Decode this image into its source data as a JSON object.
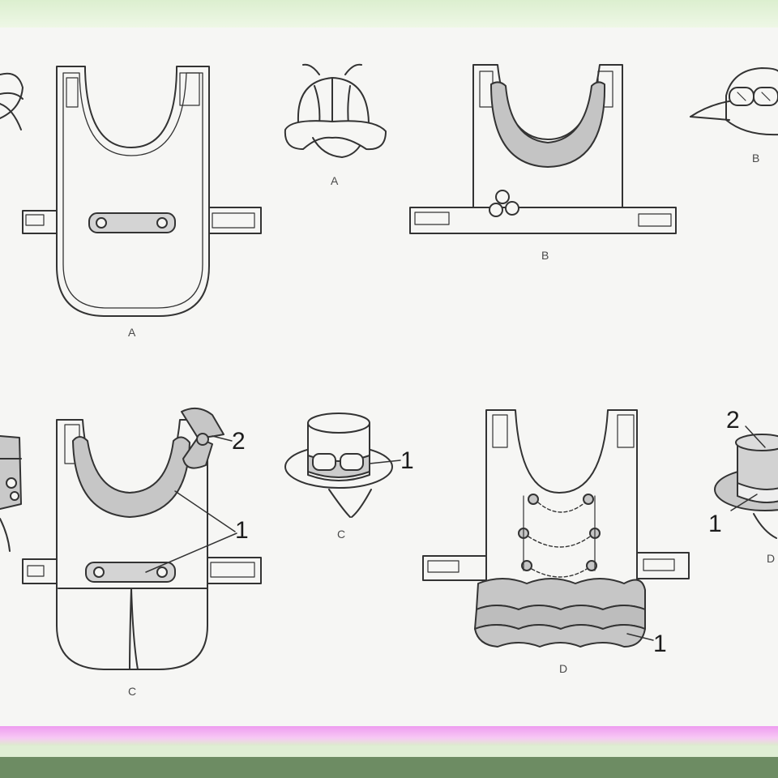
{
  "labels": {
    "vest_a": "A",
    "hat_a": "A",
    "vest_b": "B",
    "hat_b": "B",
    "vest_c": "C",
    "hat_c": "C",
    "vest_d": "D",
    "hat_d": "D"
  },
  "callouts": {
    "c_bow": "2",
    "c_trim": "1",
    "hat_c_band": "1",
    "d_ruffle": "1",
    "hat_d_top": "2",
    "hat_d_brim": "1"
  },
  "colors": {
    "ink": "#333333",
    "shade": "#c9c9c9",
    "paper": "#f6f6f4",
    "pink_band": "#ee9cf0",
    "green_band": "#6d8c63"
  }
}
